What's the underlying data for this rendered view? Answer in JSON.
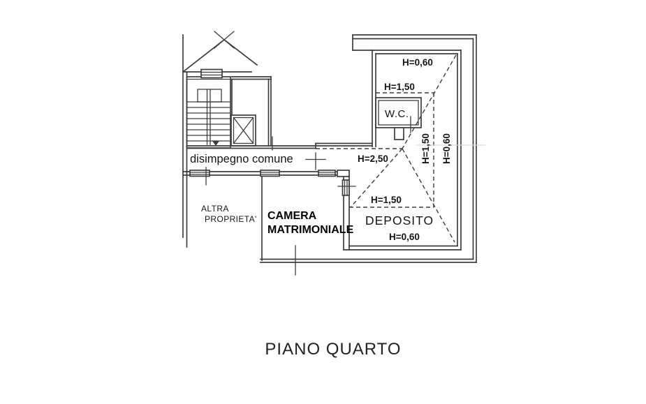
{
  "plan": {
    "caption": "PIANO QUARTO",
    "rooms": {
      "hallway": "disimpegno comune",
      "other_property": {
        "line1": "ALTRA",
        "line2": "PROPRIETA'"
      },
      "bedroom": {
        "line1": "CAMERA",
        "line2": "MATRIMONIALE"
      },
      "wc": "W.C.",
      "storage": "DEPOSITO"
    },
    "heights": {
      "attic_top": "H=0,60",
      "attic_mid": "H=1,50",
      "corridor": "H=2,50",
      "slope_inner": "H=1,50",
      "slope_outer": "H=0,60",
      "storage_mid": "H=1,50",
      "storage_low": "H=0,60"
    },
    "colors": {
      "line": "#3d3d3d",
      "label": "#151515",
      "bold_label": "#000000",
      "background": "#ffffff"
    }
  }
}
